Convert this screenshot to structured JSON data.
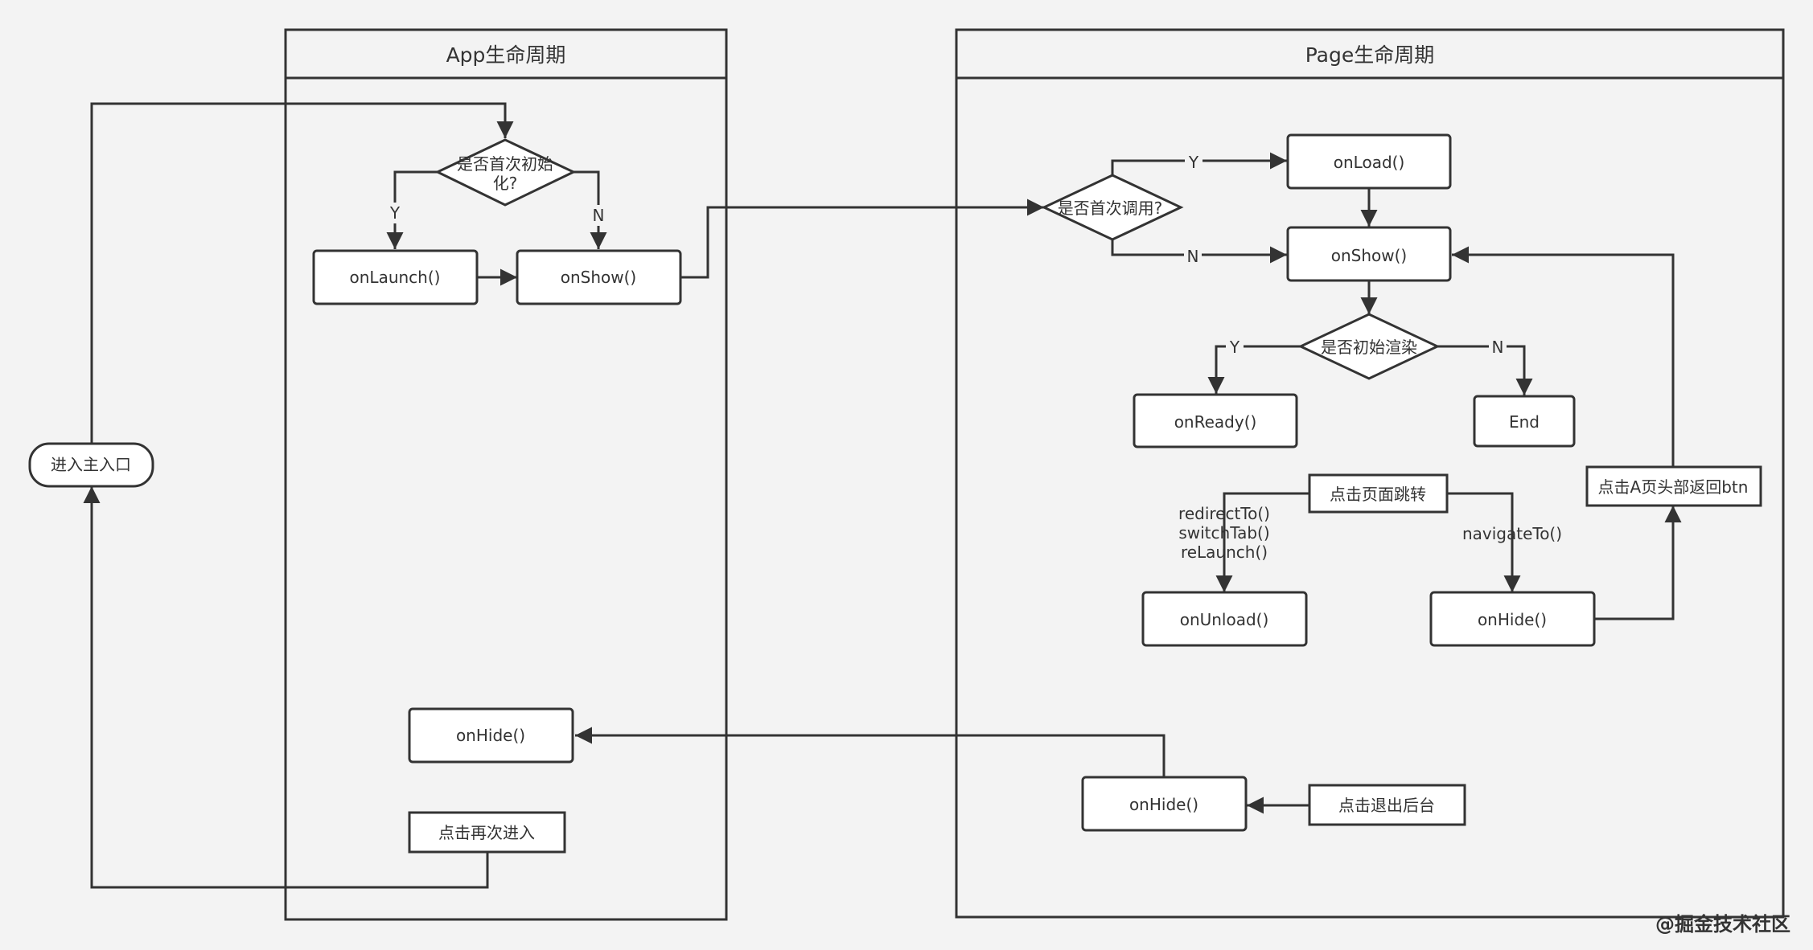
{
  "pools": {
    "app": {
      "title": "App生命周期"
    },
    "page": {
      "title": "Page生命周期"
    }
  },
  "nodes": {
    "entry": {
      "label": "进入主入口"
    },
    "app_first_init": {
      "line1": "是否首次初始",
      "line2": "化?"
    },
    "app_onlaunch": {
      "label": "onLaunch()"
    },
    "app_onshow": {
      "label": "onShow()"
    },
    "app_onhide": {
      "label": "onHide()"
    },
    "app_reenter": {
      "label": "点击再次进入"
    },
    "page_first_call": {
      "label": "是否首次调用?"
    },
    "page_onload": {
      "label": "onLoad()"
    },
    "page_onshow": {
      "label": "onShow()"
    },
    "page_first_render": {
      "label": "是否初始渲染"
    },
    "page_onready": {
      "label": "onReady()"
    },
    "page_end": {
      "label": "End"
    },
    "page_navigate": {
      "label": "点击页面跳转"
    },
    "page_back_btn": {
      "label": "点击A页头部返回btn"
    },
    "page_onunload": {
      "label": "onUnload()"
    },
    "page_onhide_nav": {
      "label": "onHide()"
    },
    "page_onhide_bg": {
      "label": "onHide()"
    },
    "page_exit_bg": {
      "label": "点击退出后台"
    }
  },
  "edges": {
    "app_yes": "Y",
    "app_no": "N",
    "page_first_yes": "Y",
    "page_first_no": "N",
    "render_yes": "Y",
    "render_no": "N",
    "redirect_line1": "redirectTo()",
    "redirect_line2": "switchTab()",
    "redirect_line3": "reLaunch()",
    "navigate": "navigateTo()"
  },
  "watermark": {
    "text": "@掘金技术社区"
  },
  "colors": {
    "background": "#f3f3f3",
    "stroke": "#333333",
    "node_fill": "#ffffff"
  }
}
